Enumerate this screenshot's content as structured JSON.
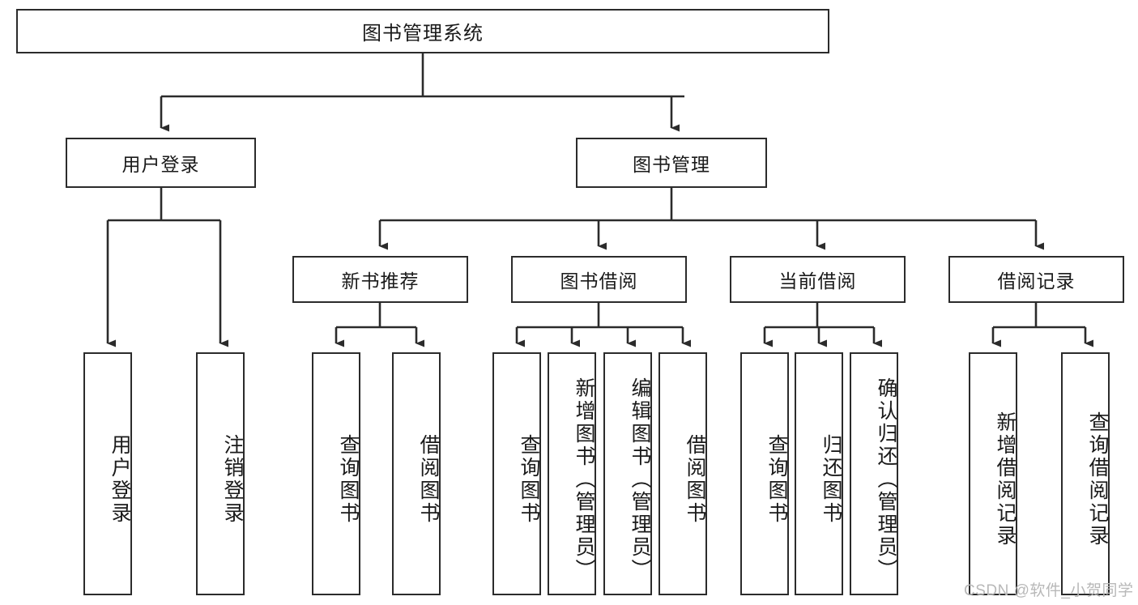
{
  "diagram": {
    "type": "tree-hierarchy",
    "title_node": {
      "label": "图书管理系统"
    },
    "level2": [
      {
        "id": "user-login",
        "label": "用户登录"
      },
      {
        "id": "book-manage",
        "label": "图书管理"
      }
    ],
    "level3": [
      {
        "id": "new-book-recommend",
        "label": "新书推荐",
        "parent": "book-manage"
      },
      {
        "id": "book-borrow",
        "label": "图书借阅",
        "parent": "book-manage"
      },
      {
        "id": "current-borrow",
        "label": "当前借阅",
        "parent": "book-manage"
      },
      {
        "id": "borrow-record",
        "label": "借阅记录",
        "parent": "book-manage"
      }
    ],
    "leaves": [
      {
        "id": "leaf-user-login",
        "label": "用户登录",
        "parent": "user-login"
      },
      {
        "id": "leaf-logout-login",
        "label": "注销登录",
        "parent": "user-login"
      },
      {
        "id": "leaf-query-book-1",
        "label": "查询图书",
        "parent": "new-book-recommend"
      },
      {
        "id": "leaf-borrow-book-1",
        "label": "借阅图书",
        "parent": "new-book-recommend"
      },
      {
        "id": "leaf-query-book-2",
        "label": "查询图书",
        "parent": "book-borrow"
      },
      {
        "id": "leaf-add-book",
        "label": "新增图书（管理员）",
        "parent": "book-borrow"
      },
      {
        "id": "leaf-edit-book",
        "label": "编辑图书（管理员）",
        "parent": "book-borrow"
      },
      {
        "id": "leaf-borrow-book-2",
        "label": "借阅图书",
        "parent": "book-borrow"
      },
      {
        "id": "leaf-query-book-3",
        "label": "查询图书",
        "parent": "current-borrow"
      },
      {
        "id": "leaf-return-book",
        "label": "归还图书",
        "parent": "current-borrow"
      },
      {
        "id": "leaf-confirm-return",
        "label": "确认归还（管理员）",
        "parent": "current-borrow"
      },
      {
        "id": "leaf-add-record",
        "label": "新增借阅记录",
        "parent": "borrow-record"
      },
      {
        "id": "leaf-query-record",
        "label": "查询借阅记录",
        "parent": "borrow-record"
      }
    ],
    "watermark": "CSDN @软件_小贺同学",
    "colors": {
      "box_border": "#2b2b2b",
      "box_fill": "#ffffff",
      "edge": "#2b2b2b",
      "text": "#1a1a1a",
      "watermark": "#b8b8b8",
      "background": "#ffffff"
    }
  }
}
